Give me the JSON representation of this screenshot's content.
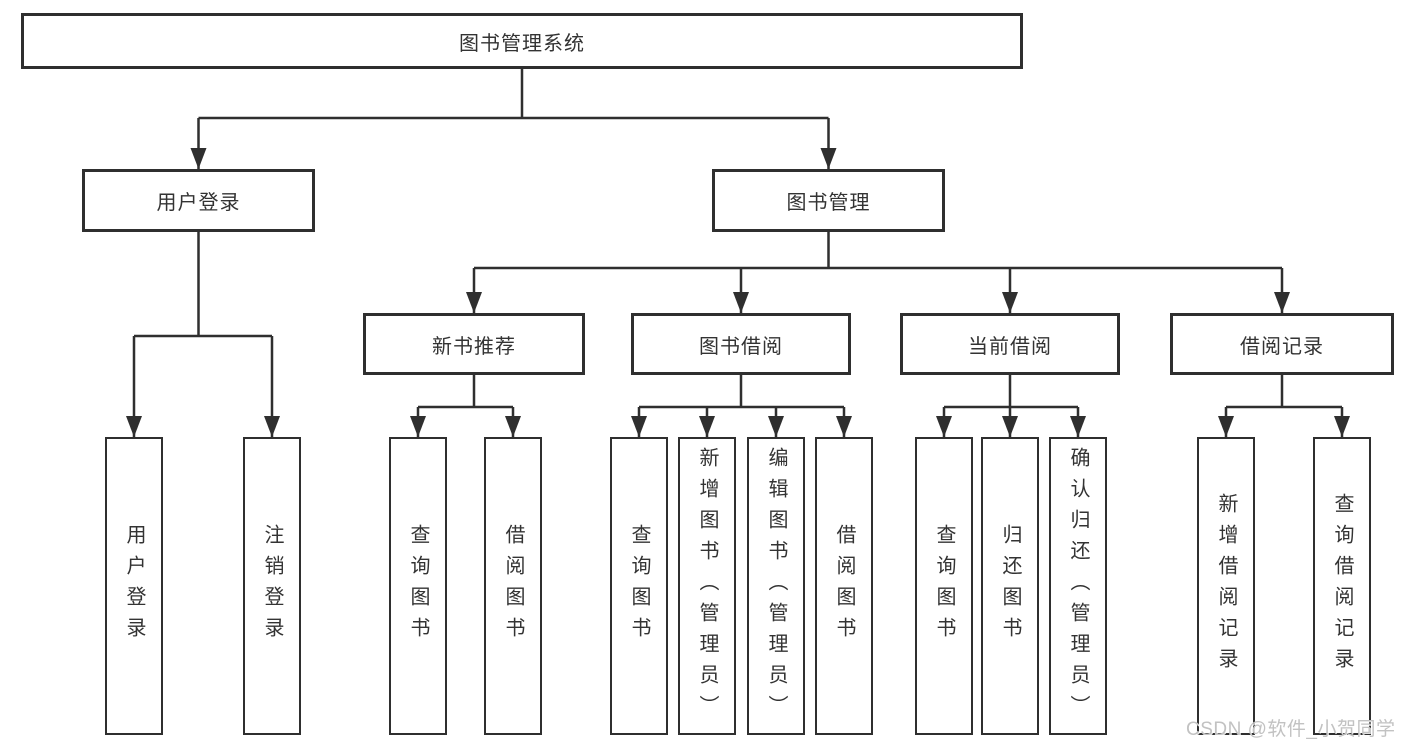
{
  "diagram": {
    "root": "图书管理系统",
    "level2": {
      "user_login": "用户登录",
      "book_mgmt": "图书管理"
    },
    "level3": {
      "new_book": "新书推荐",
      "book_borrow": "图书借阅",
      "current_borrow": "当前借阅",
      "borrow_record": "借阅记录"
    },
    "leaves": {
      "user_login": [
        "用户登录",
        "注销登录"
      ],
      "new_book": [
        "查询图书",
        "借阅图书"
      ],
      "book_borrow": [
        "查询图书",
        "新增图书（管理员）",
        "编辑图书（管理员）",
        "借阅图书"
      ],
      "current_borrow": [
        "查询图书",
        "归还图书",
        "确认归还（管理员）"
      ],
      "borrow_record": [
        "新增借阅记录",
        "查询借阅记录"
      ]
    },
    "watermark": "CSDN @软件_小贺同学",
    "colors": {
      "line": "#2f2f2f",
      "text": "#333333",
      "box_fill": "#ffffff",
      "watermark": "#c2c2c2"
    }
  }
}
